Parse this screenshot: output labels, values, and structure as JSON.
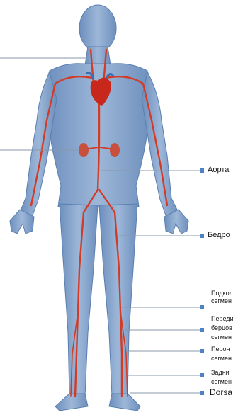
{
  "labels": {
    "aorta": "Аорта",
    "femoral": "Бедро",
    "popliteal": [
      "Подкол",
      "сегмен"
    ],
    "anterior_tibial": [
      "Переди",
      "берцов",
      "сегмен"
    ],
    "peroneal": [
      "Перон",
      "сегмен"
    ],
    "posterior_tibial": [
      "Задни",
      "сегмен"
    ],
    "dorsalis": "Dorsa"
  },
  "colors": {
    "body": "#7b9dc6",
    "body_dark": "#5a7fae",
    "artery": "#d23c27",
    "leader": "#8a97a8",
    "marker": "#4d82c4",
    "heart": "#c8281c"
  }
}
